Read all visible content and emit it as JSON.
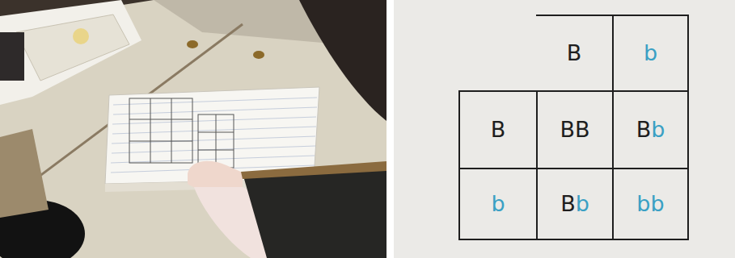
{
  "diagram": {
    "nodes": [
      {
        "text": [
          "B"
        ]
      },
      {
        "text": [
          "b"
        ]
      },
      {
        "text": [
          "B"
        ]
      },
      {
        "text": [
          "BB"
        ]
      },
      {
        "text": [
          "Bb"
        ]
      },
      {
        "text": [
          "b"
        ]
      },
      {
        "text": [
          "Bb"
        ]
      },
      {
        "text": [
          "bb"
        ]
      }
    ]
  }
}
